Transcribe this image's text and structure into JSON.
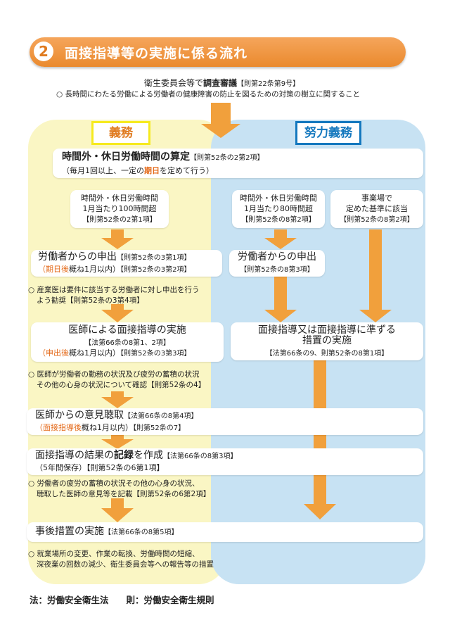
{
  "header": {
    "number": "2",
    "title": "面接指導等の実施に係る流れ"
  },
  "survey": {
    "title_prefix": "衛生委員会等で",
    "title_bold": "調査審議",
    "ref": "【則第22条第9号】",
    "note": "○ 長時間にわたる労働による労働者の健康障害の防止を図るための対策の樹立に関すること"
  },
  "labels": {
    "obligation": "義務",
    "effort": "努力義務"
  },
  "calc": {
    "title": "時間外・休日労働時間の算定",
    "ref": "【則第52条の2第2項】",
    "sub1": "（毎月1回以上、一定の",
    "sub_org": "期日",
    "sub2": "を定めて行う）"
  },
  "cond_left": {
    "line1": "時間外・休日労働時間",
    "line2": "1月当たり100時間超",
    "ref": "【則第52条の2第1項】"
  },
  "cond_mid": {
    "line1": "時間外・休日労働時間",
    "line2": "1月当たり80時間超",
    "ref": "【則第52条の8第2項】"
  },
  "cond_right": {
    "line1": "事業場で",
    "line2": "定めた基準に該当",
    "ref": "【則第52条の8第2項】"
  },
  "apply_left": {
    "title": "労働者からの申出",
    "ref": "【則第52条の3第1項】",
    "sub_org": "（期日後",
    "sub_black": "概ね1月以内）",
    "ref2": "【則第52条の3第2項】"
  },
  "apply_right": {
    "title": "労働者からの申出",
    "ref": "【則第52条の8第3項】"
  },
  "note1": {
    "line1": "○ 産業医は要件に該当する労働者に対し申出を行う",
    "line2": "よう勧奨【則第52条の3第4項】"
  },
  "doctor_left": {
    "title": "医師による面接指導の実施",
    "ref": "【法第66条の8第1、2項】",
    "sub_org": "（申出後",
    "sub_black": "概ね1月以内）",
    "ref2": "【則第52条の3第3項】"
  },
  "doctor_right": {
    "title1": "面接指導又は面接指導に準ずる",
    "title2": "措置の実施",
    "ref": "【法第66条の9、則第52条の8第1項】"
  },
  "note2": {
    "line1": "○ 医師が労働者の勤務の状況及び疲労の蓄積の状況",
    "line2": "その他の心身の状況について確認【則第52条の4】"
  },
  "opinion": {
    "title": "医師からの意見聴取",
    "ref": "【法第66条の8第4項】",
    "sub_org": "（面接指導後",
    "sub_black": "概ね1月以内）",
    "ref2": "【則第52条の7】"
  },
  "record": {
    "title_a": "面接指導の結果の",
    "title_b": "記録",
    "title_c": "を作成",
    "ref": "【法第66条の8第3項】",
    "sub": "（5年間保存）【則第52条の6第1項】"
  },
  "note3": {
    "line1": "○ 労働者の疲労の蓄積の状況その他の心身の状況、",
    "line2": "聴取した医師の意見等を記載【則第52条の6第2項】"
  },
  "after": {
    "title": "事後措置の実施",
    "ref": "【法第66条の8第5項】"
  },
  "note4": {
    "line1": "○ 就業場所の変更、作業の転換、労働時間の短縮、",
    "line2": "深夜業の回数の減少、衛生委員会等への報告等の措置"
  },
  "footer": {
    "text": "法：労働安全衛生法　　則：労働安全衛生規則"
  },
  "colors": {
    "header_orange": "#ea8a2e",
    "arrow_orange": "#f1a03c",
    "left_panel": "#faf6c4",
    "right_panel": "#c7e2f3",
    "obligation_border": "#f6ea1e",
    "effort_blue": "#1478be",
    "highlight_orange": "#e46a1a"
  }
}
